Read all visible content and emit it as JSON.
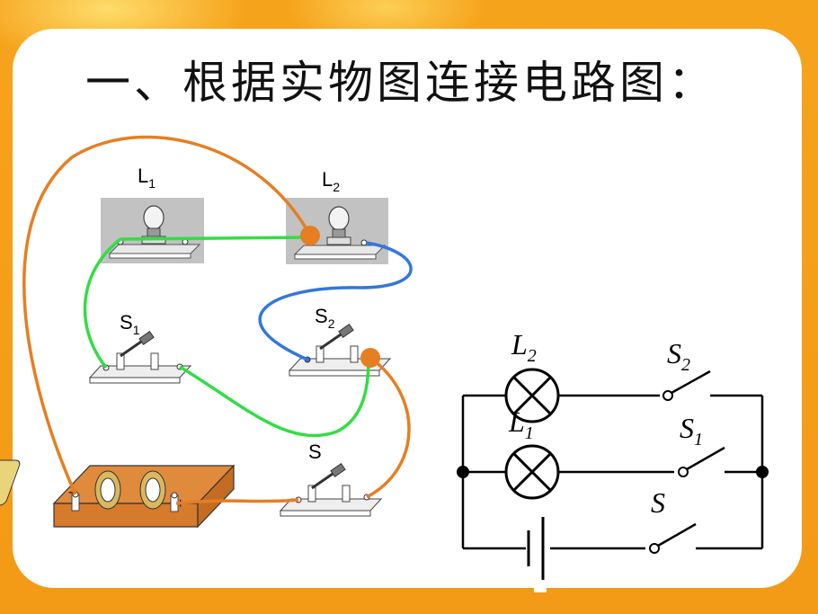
{
  "title": "一、根据实物图连接电路图：",
  "physical": {
    "lamp1": {
      "label": "L",
      "sub": "1"
    },
    "lamp2": {
      "label": "L",
      "sub": "2"
    },
    "switch1": {
      "label": "S",
      "sub": "1"
    },
    "switch2": {
      "label": "S",
      "sub": "2"
    },
    "switch_main": {
      "label": "S",
      "sub": ""
    },
    "battery_minus": "-",
    "battery_plus": "+"
  },
  "schematic": {
    "lamp2": {
      "label": "L",
      "sub": "2"
    },
    "lamp1": {
      "label": "L",
      "sub": "1"
    },
    "switch2": {
      "label": "S",
      "sub": "2"
    },
    "switch1": {
      "label": "S",
      "sub": "1"
    },
    "switch_main": {
      "label": "S",
      "sub": ""
    }
  },
  "colors": {
    "orange_wire": "#e67e22",
    "green_wire": "#33dd44",
    "blue_wire": "#3377dd",
    "board_gray": "#bfbfbf",
    "battery_box": "#e08a3c"
  }
}
